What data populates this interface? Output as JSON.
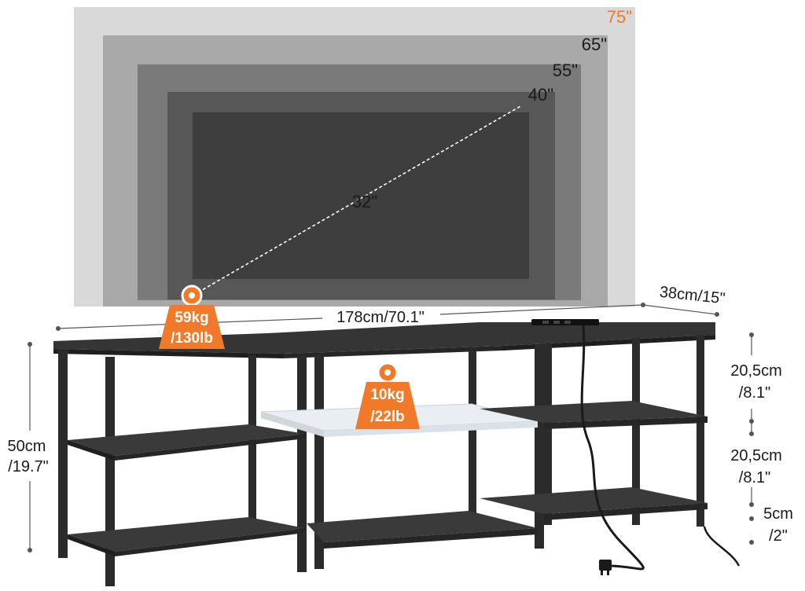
{
  "screen_sizes": {
    "s75": "75\"",
    "s65": "65\"",
    "s55": "55\"",
    "s40": "40\"",
    "s32": "32\""
  },
  "dimensions": {
    "width": "178cm/70.1\"",
    "depth": "38cm/15\"",
    "height_cm": "50cm",
    "height_in": "/19.7\"",
    "upper_gap_cm": "20,5cm",
    "upper_gap_in": "/8.1\"",
    "middle_gap_cm": "20,5cm",
    "middle_gap_in": "/8.1\"",
    "floor_gap_cm": "5cm",
    "floor_gap_in": "/2\""
  },
  "load_ratings": {
    "top_kg": "59kg",
    "top_lb": "/130lb",
    "shelf_kg": "10kg",
    "shelf_lb": "/22lb"
  },
  "colors": {
    "accent": "#f07a2a",
    "frame": "#2b2b2b",
    "board": "#353535"
  },
  "icons": [
    "weight-icon",
    "power-strip-icon",
    "plug-icon"
  ]
}
